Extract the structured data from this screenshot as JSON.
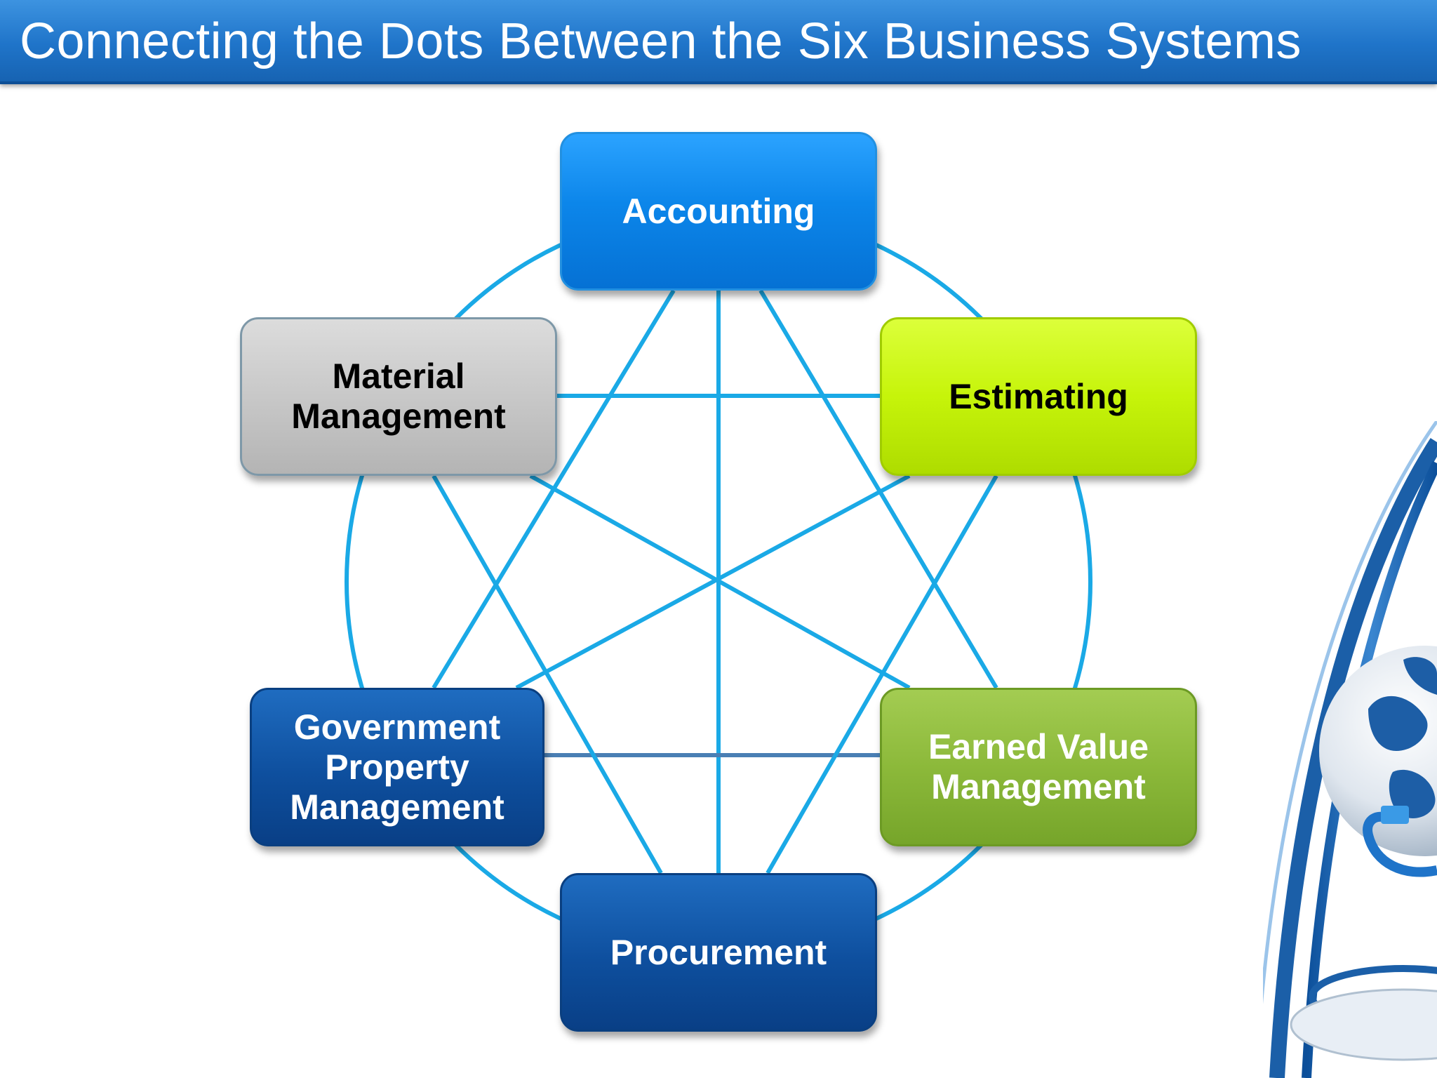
{
  "title": "Connecting the Dots Between the Six Business Systems",
  "nodes": {
    "accounting": "Accounting",
    "estimating": "Estimating",
    "material": [
      "Material",
      "Management"
    ],
    "government": [
      "Government",
      "Property",
      "Management"
    ],
    "earned": [
      "Earned Value",
      "Management"
    ],
    "procurement": "Procurement"
  },
  "colors": {
    "connector": "#1aa9e6",
    "connector_dark": "#4a7fb4",
    "title_bar": "#1f74c9"
  },
  "decoration": {
    "icon": "globe-with-network-cable-icon"
  }
}
